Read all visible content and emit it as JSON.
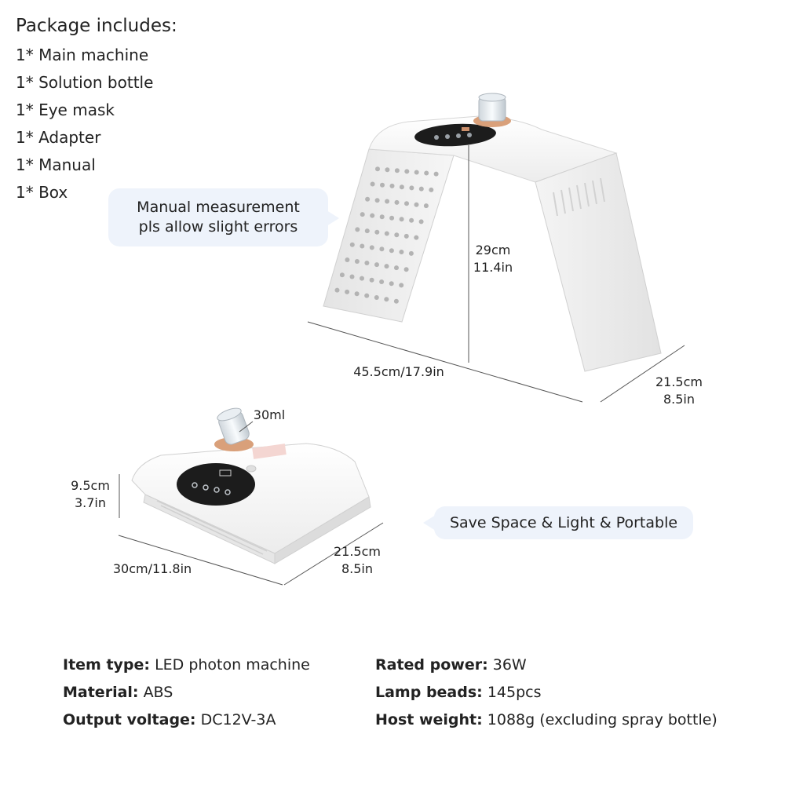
{
  "package": {
    "title": "Package includes:",
    "items": [
      "1* Main machine",
      "1* Solution bottle",
      "1* Eye mask",
      "1* Adapter",
      "1* Manual",
      "1* Box"
    ]
  },
  "notes": {
    "measure_line1": "Manual measurement",
    "measure_line2": "pls allow slight errors",
    "portable": "Save Space & Light & Portable"
  },
  "dimensions": {
    "open": {
      "height_cm": "29cm",
      "height_in": "11.4in",
      "width": "45.5cm/17.9in",
      "depth_cm": "21.5cm",
      "depth_in": "8.5in"
    },
    "folded": {
      "capacity": "30ml",
      "height_cm": "9.5cm",
      "height_in": "3.7in",
      "width": "30cm/11.8in",
      "depth_cm": "21.5cm",
      "depth_in": "8.5in"
    }
  },
  "specs": {
    "left": [
      {
        "label": "Item type:",
        "value": "LED photon machine"
      },
      {
        "label": "Material:",
        "value": "ABS"
      },
      {
        "label": "Output voltage:",
        "value": "DC12V-3A"
      }
    ],
    "right": [
      {
        "label": "Rated power:",
        "value": "36W"
      },
      {
        "label": "Lamp beads:",
        "value": "145pcs"
      },
      {
        "label": "Host weight:",
        "value": "1088g (excluding spray bottle)"
      }
    ]
  },
  "colors": {
    "device_white": "#f7f7f7",
    "panel_dark": "#1c1c1c",
    "rose_gold": "#d9a07a",
    "bubble_bg": "#eef3fb"
  }
}
